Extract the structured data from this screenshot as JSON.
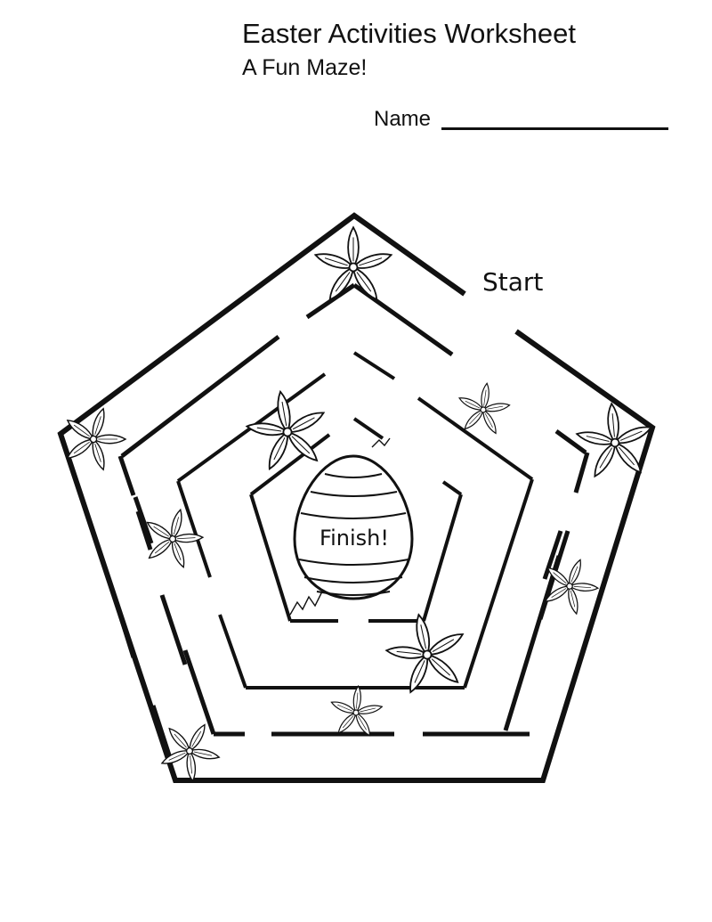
{
  "header": {
    "title": "Easter Activities Worksheet",
    "subtitle": "A Fun Maze!",
    "name_label": "Name"
  },
  "maze": {
    "start_label": "Start",
    "finish_label": "Finish!",
    "line_color": "#111111",
    "background_color": "#ffffff"
  },
  "decorations": {
    "flower_icon": "flower-icon",
    "egg_icon": "easter-egg-icon"
  }
}
